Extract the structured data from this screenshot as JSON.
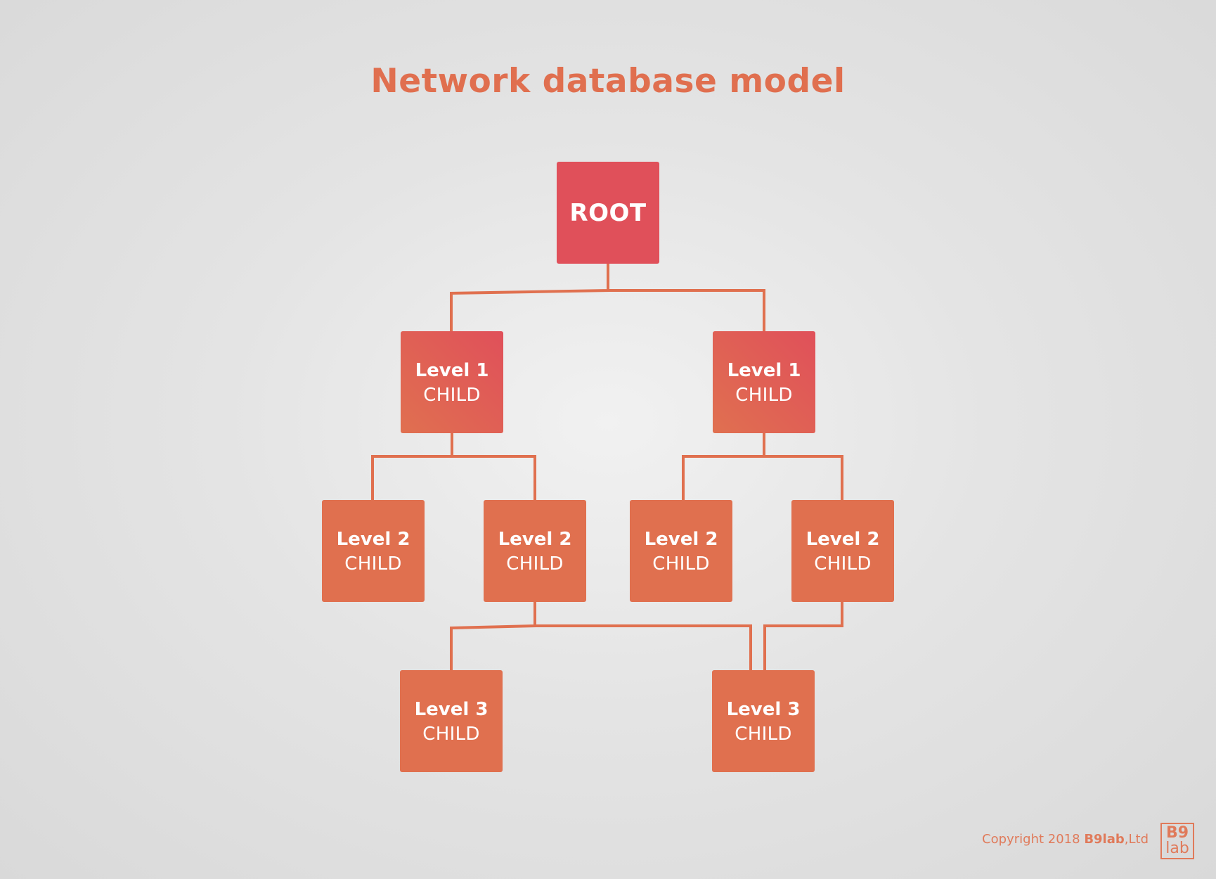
{
  "title": "Network database model",
  "nodes": {
    "root": {
      "text": "ROOT"
    },
    "l1_left": {
      "level": "Level 1",
      "kind": "CHILD"
    },
    "l1_right": {
      "level": "Level 1",
      "kind": "CHILD"
    },
    "l2_a": {
      "level": "Level 2",
      "kind": "CHILD"
    },
    "l2_b": {
      "level": "Level 2",
      "kind": "CHILD"
    },
    "l2_c": {
      "level": "Level 2",
      "kind": "CHILD"
    },
    "l2_d": {
      "level": "Level 2",
      "kind": "CHILD"
    },
    "l3_left": {
      "level": "Level 3",
      "kind": "CHILD"
    },
    "l3_right": {
      "level": "Level 3",
      "kind": "CHILD"
    }
  },
  "footer": {
    "copyright": "Copyright 2018 ",
    "brand": "B9lab",
    "suffix": ",Ltd"
  },
  "logo": {
    "line1": "B9",
    "line2": "lab"
  },
  "colors": {
    "accent": "#e0704f",
    "root": "#e0505a",
    "connector": "#e0704f"
  }
}
